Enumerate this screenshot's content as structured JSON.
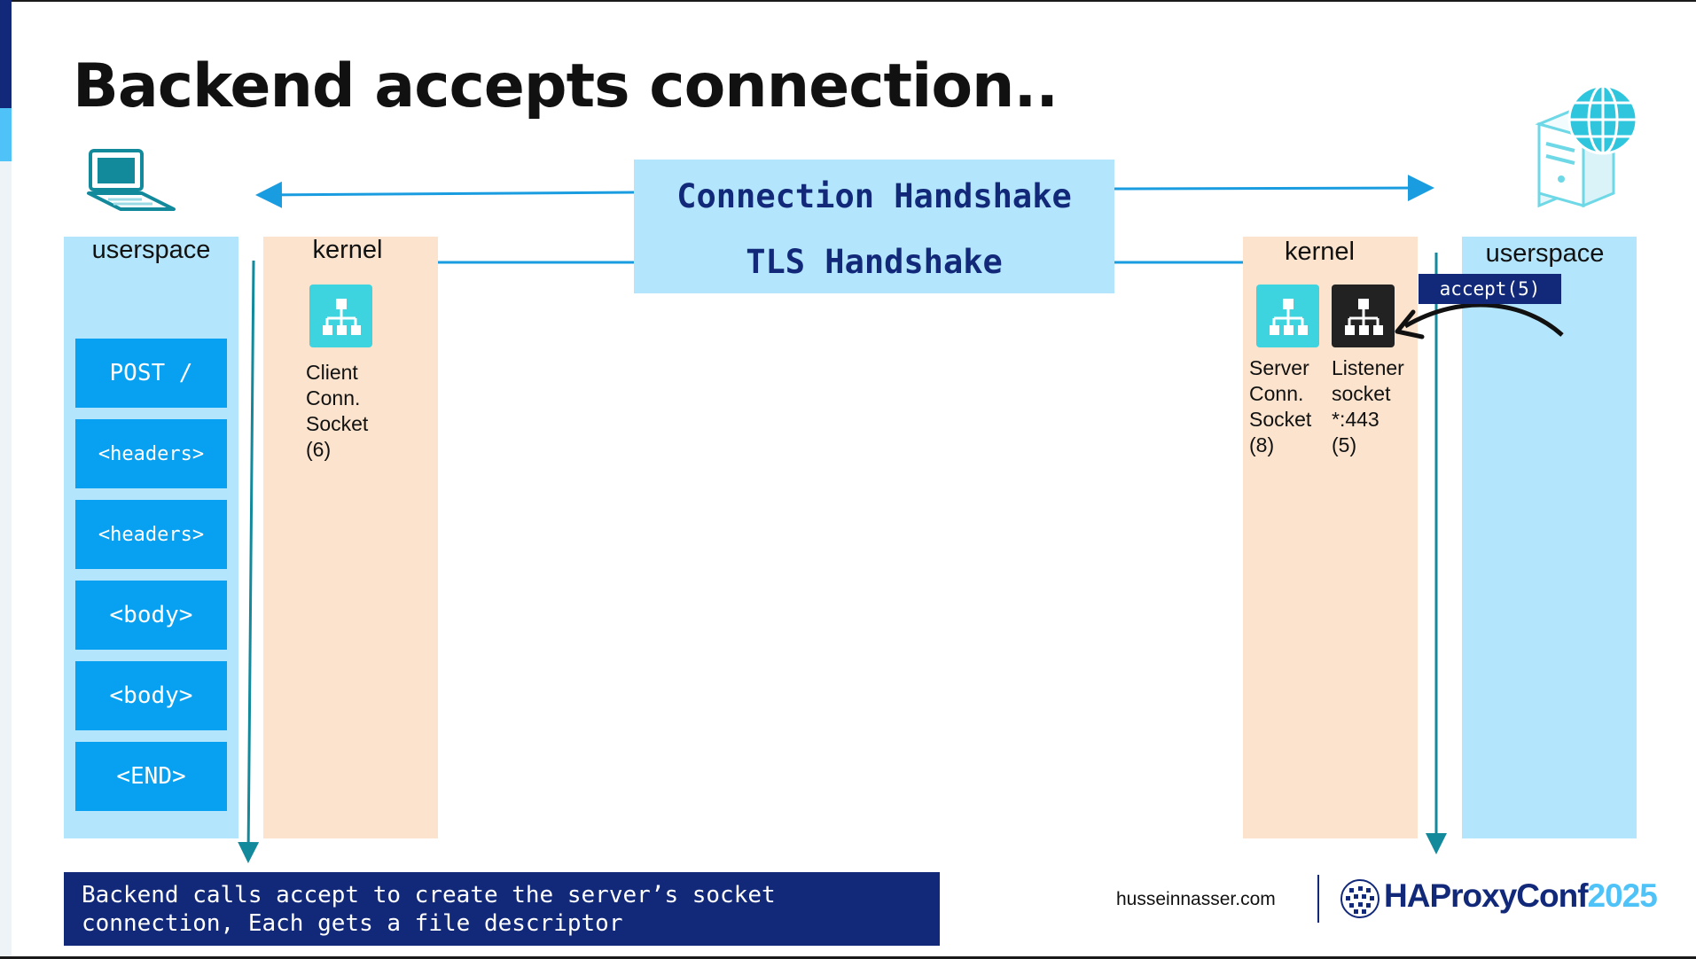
{
  "slide": {
    "title": "Backend accepts connection.."
  },
  "client": {
    "userspace_label": "userspace",
    "kernel_label": "kernel",
    "request_parts": [
      "POST /",
      "<headers>",
      "<headers>",
      "<body>",
      "<body>",
      "<END>"
    ],
    "socket_label_lines": [
      "Client",
      "Conn.",
      "Socket",
      "(6)"
    ],
    "icon": "laptop-icon"
  },
  "handshake": {
    "connection": "Connection Handshake",
    "tls": "TLS Handshake"
  },
  "server": {
    "userspace_label": "userspace",
    "kernel_label": "kernel",
    "server_socket_lines": [
      "Server",
      "Conn.",
      "Socket",
      "(8)"
    ],
    "listener_socket_lines": [
      "Listener",
      "socket",
      "*:443",
      "(5)"
    ],
    "accept_call": "accept(5)",
    "icon": "server-globe-icon"
  },
  "caption": {
    "line1": "Backend calls accept to create the server’s socket",
    "line2": "connection, Each gets a file descriptor"
  },
  "footer": {
    "site": "husseinnasser.com",
    "brand_name": "HAProxyConf",
    "brand_year": "2025"
  },
  "colors": {
    "navy": "#12297a",
    "light_blue": "#b3e5fc",
    "bright_blue": "#08a0f0",
    "kernel_peach": "#fbe3cd",
    "arrow_blue": "#1a9de0",
    "teal_arrow": "#138a9c",
    "socket_cyan": "#3dd4e0"
  }
}
